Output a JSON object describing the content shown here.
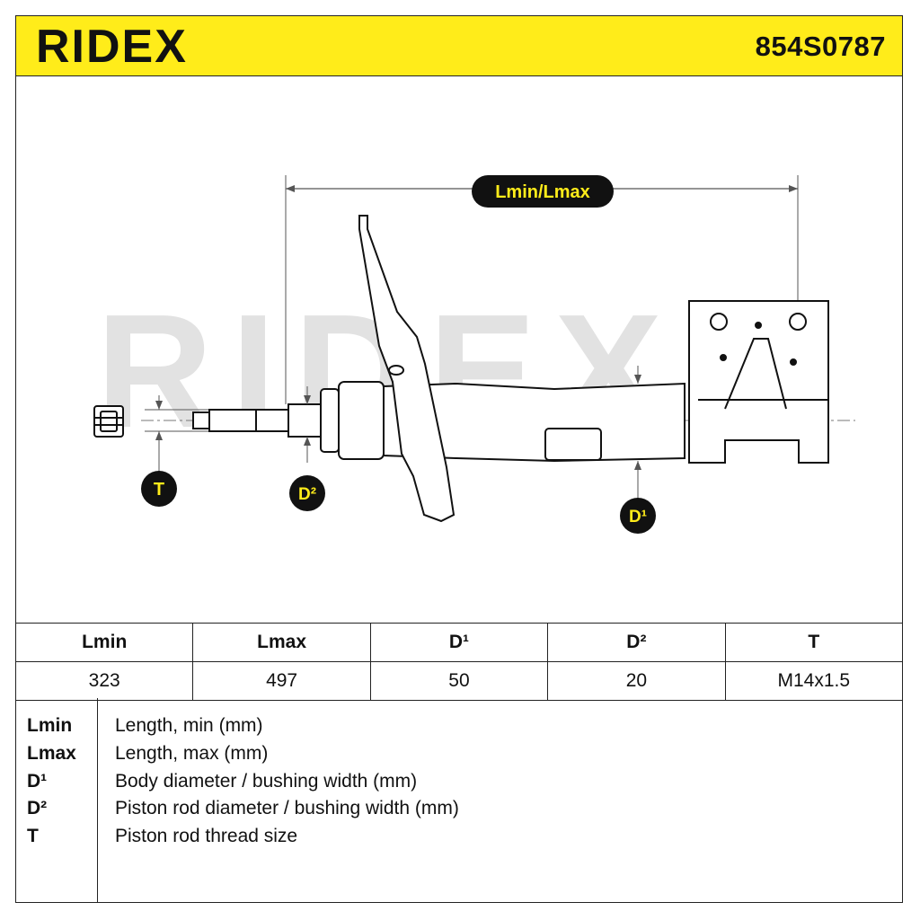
{
  "header": {
    "brand": "RIDEX",
    "part_number": "854S0787",
    "background_color": "#ffec1a"
  },
  "drawing": {
    "watermark": "RIDEX",
    "labels": {
      "length": "Lmin/Lmax",
      "thread": "T",
      "rod_diameter": "D²",
      "body_diameter": "D¹"
    },
    "label_colors": {
      "badge_bg": "#111111",
      "badge_text": "#ffec1a"
    }
  },
  "spec_table": {
    "headers": [
      "Lmin",
      "Lmax",
      "D¹",
      "D²",
      "T"
    ],
    "values": [
      "323",
      "497",
      "50",
      "20",
      "M14x1.5"
    ]
  },
  "legend": [
    {
      "key": "Lmin",
      "desc": "Length, min (mm)"
    },
    {
      "key": "Lmax",
      "desc": "Length, max (mm)"
    },
    {
      "key": "D¹",
      "desc": "Body diameter / bushing width (mm)"
    },
    {
      "key": "D²",
      "desc": "Piston rod diameter / bushing width (mm)"
    },
    {
      "key": "T",
      "desc": "Piston rod thread size"
    }
  ]
}
